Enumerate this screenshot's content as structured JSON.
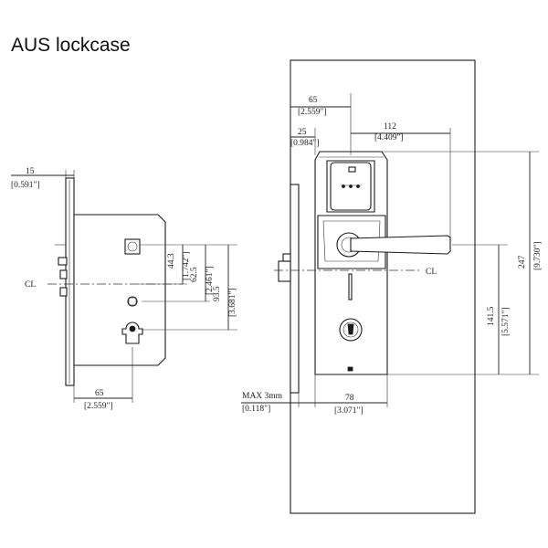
{
  "title": "AUS lockcase",
  "left_view": {
    "cl_label": "CL",
    "dims": {
      "top_mm": "15",
      "top_in": "[0.591\"]",
      "d1_mm": "44.3",
      "d1_in": "[1.742\"]",
      "d2_mm": "62.5",
      "d2_in": "[2.461\"]",
      "d3_mm": "93.5",
      "d3_in": "[3.681\"]",
      "bottom_mm": "65",
      "bottom_in": "[2.559\"]"
    }
  },
  "right_view": {
    "cl_label": "CL",
    "dims": {
      "a_mm": "65",
      "a_in": "[2.559\"]",
      "b_mm": "25",
      "b_in": "[0.984\"]",
      "c_mm": "112",
      "c_in": "[4.409\"]",
      "h_mm": "247",
      "h_in": "[9.730\"]",
      "k_mm": "141.5",
      "k_in": "[5.571\"]",
      "w_mm": "78",
      "w_in": "[3.071\"]",
      "max_label": "MAX 3mm",
      "max_in": "[0.118\"]"
    }
  }
}
